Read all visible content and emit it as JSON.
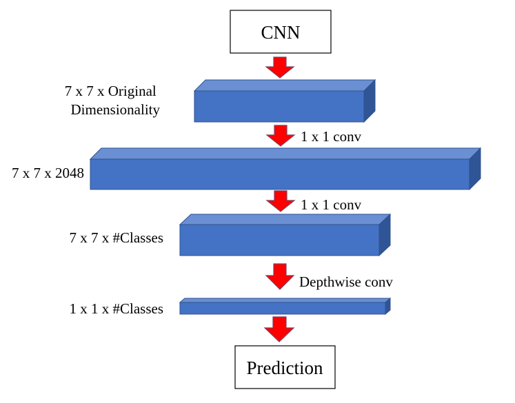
{
  "nodes": {
    "input": {
      "label": "CNN"
    },
    "output": {
      "label": "Prediction"
    }
  },
  "layers": [
    {
      "label_lines": [
        "7 x 7 x Original",
        "Dimensionality"
      ]
    },
    {
      "label_lines": [
        "7 x 7 x 2048"
      ]
    },
    {
      "label_lines": [
        "7 x 7 x #Classes"
      ]
    },
    {
      "label_lines": [
        "1 x 1 x #Classes"
      ]
    }
  ],
  "transitions": [
    {
      "label": ""
    },
    {
      "label": "1 x 1 conv"
    },
    {
      "label": "1 x 1 conv"
    },
    {
      "label": "Depthwise conv"
    },
    {
      "label": ""
    }
  ],
  "colors": {
    "block_front": "#4472C4",
    "block_top": "#6A8FD2",
    "block_side": "#2F5597",
    "block_edge": "#2F528F",
    "arrow_fill": "#FF0000",
    "arrow_edge": "#7F3F5F",
    "box_edge": "#000000"
  }
}
